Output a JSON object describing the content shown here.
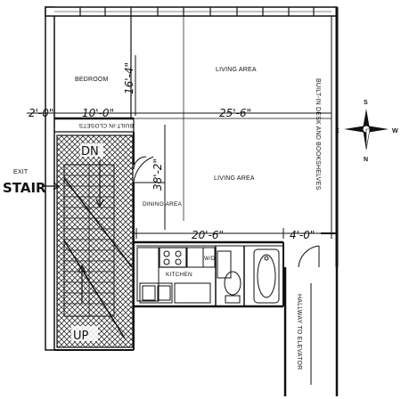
{
  "rooms": {
    "bedroom": "BEDROOM",
    "living_upper": "LIVING AREA",
    "living_lower": "LIVING AREA",
    "dining": "DINING AREA",
    "kitchen": "KITCHEN"
  },
  "labels": {
    "closets": "BUILT-IN CLOSETS",
    "desk": "BUILT-IN DESK AND BOOKSHELVES",
    "hallway": "HALLWAY TO ELEVATOR",
    "exit": "EXIT",
    "stair": "STAIR",
    "stair_dn": "DN",
    "stair_up": "UP",
    "wd": "W/D"
  },
  "dimensions": {
    "d_2_0": "2'-0\"",
    "d_10_0": "10'-0\"",
    "d_16_4": "16'-4\"",
    "d_25_6": "25'-6\"",
    "d_38_2": "38'-2\"",
    "d_20_6": "20'-6\"",
    "d_4_0": "4'-0\""
  },
  "compass": {
    "n": "N",
    "s": "S",
    "e": "E",
    "w": "W"
  }
}
